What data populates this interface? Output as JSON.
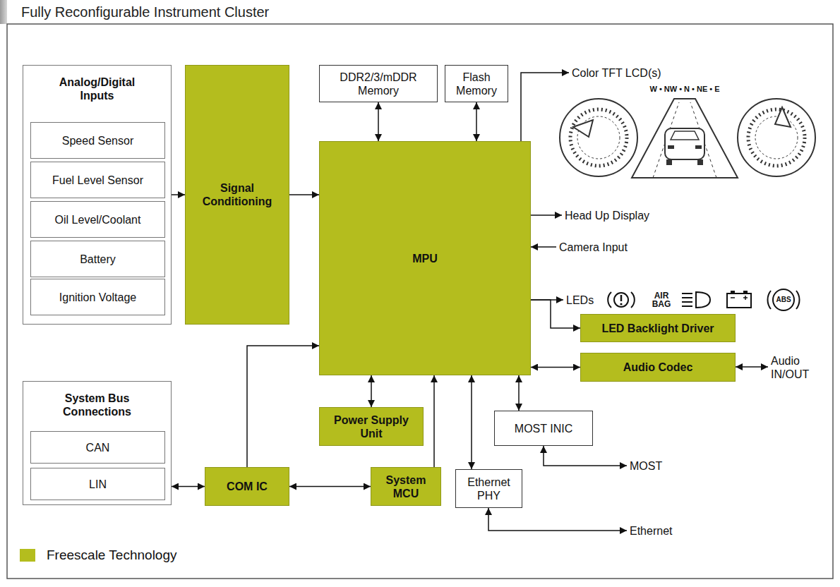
{
  "diagram": {
    "title": "Fully Reconfigurable Instrument Cluster",
    "nodes": [
      {
        "text": [
          "Analog/Digital Inputs"
        ]
      },
      {
        "text": [
          "Speed Sensor"
        ],
        "in": 0
      },
      {
        "text": [
          "Fuel Level Sensor"
        ],
        "in": 0
      },
      {
        "text": [
          "Oil Level/Coolant"
        ],
        "in": 0
      },
      {
        "text": [
          "Battery"
        ],
        "in": 0
      },
      {
        "text": [
          "Ignition Voltage"
        ],
        "in": 0
      },
      {
        "text": [
          "Signal Conditioning"
        ]
      },
      {
        "text": [
          "DDR2/3/mDDR Memory"
        ]
      },
      {
        "text": [
          "Flash Memory"
        ]
      },
      {
        "text": [
          "MPU"
        ]
      },
      {
        "text": [
          "LED Backlight Driver"
        ]
      },
      {
        "text": [
          "Audio Codec"
        ]
      },
      {
        "text": [
          "System Bus Connections"
        ]
      },
      {
        "text": [
          "CAN"
        ],
        "in": 12
      },
      {
        "text": [
          "LIN"
        ],
        "in": 12
      },
      {
        "text": [
          "Power Supply Unit"
        ]
      },
      {
        "text": [
          "MOST INIC"
        ]
      },
      {
        "text": [
          "COM IC"
        ]
      },
      {
        "text": [
          "System MCU"
        ]
      },
      {
        "text": [
          "Ethernet PHY"
        ]
      }
    ],
    "edges": [
      {
        "from": 0,
        "to": 6,
        "arrow": "to"
      },
      {
        "from": 6,
        "to": 9,
        "arrow": "to"
      },
      {
        "from": 7,
        "to": 9,
        "arrow": "both"
      },
      {
        "from": 8,
        "to": 9,
        "arrow": "both"
      },
      {
        "from": 9,
        "to": 10,
        "arrow": "to"
      },
      {
        "from": 9,
        "to": 11,
        "arrow": "both"
      },
      {
        "from": 9,
        "to": 15,
        "arrow": "both"
      },
      {
        "from": 17,
        "to": 9,
        "arrow": "to"
      },
      {
        "from": 18,
        "to": 9,
        "arrow": "to"
      },
      {
        "from": 9,
        "to": 19,
        "arrow": "both"
      },
      {
        "from": 9,
        "to": 16,
        "arrow": "both"
      },
      {
        "from": 12,
        "to": 17,
        "arrow": "both"
      },
      {
        "from": 17,
        "to": 18,
        "arrow": "both"
      }
    ],
    "labels": [
      "Color TFT LCD(s)",
      "W • NW • N • NE • E",
      "Head Up Display",
      "Camera Input",
      "LEDs",
      "AIR BAG",
      "ABS",
      "Audio IN/OUT",
      "MOST",
      "Ethernet"
    ],
    "legend": [
      {
        "text": "Freescale Technology",
        "color": "#b4bd1e"
      }
    ]
  }
}
